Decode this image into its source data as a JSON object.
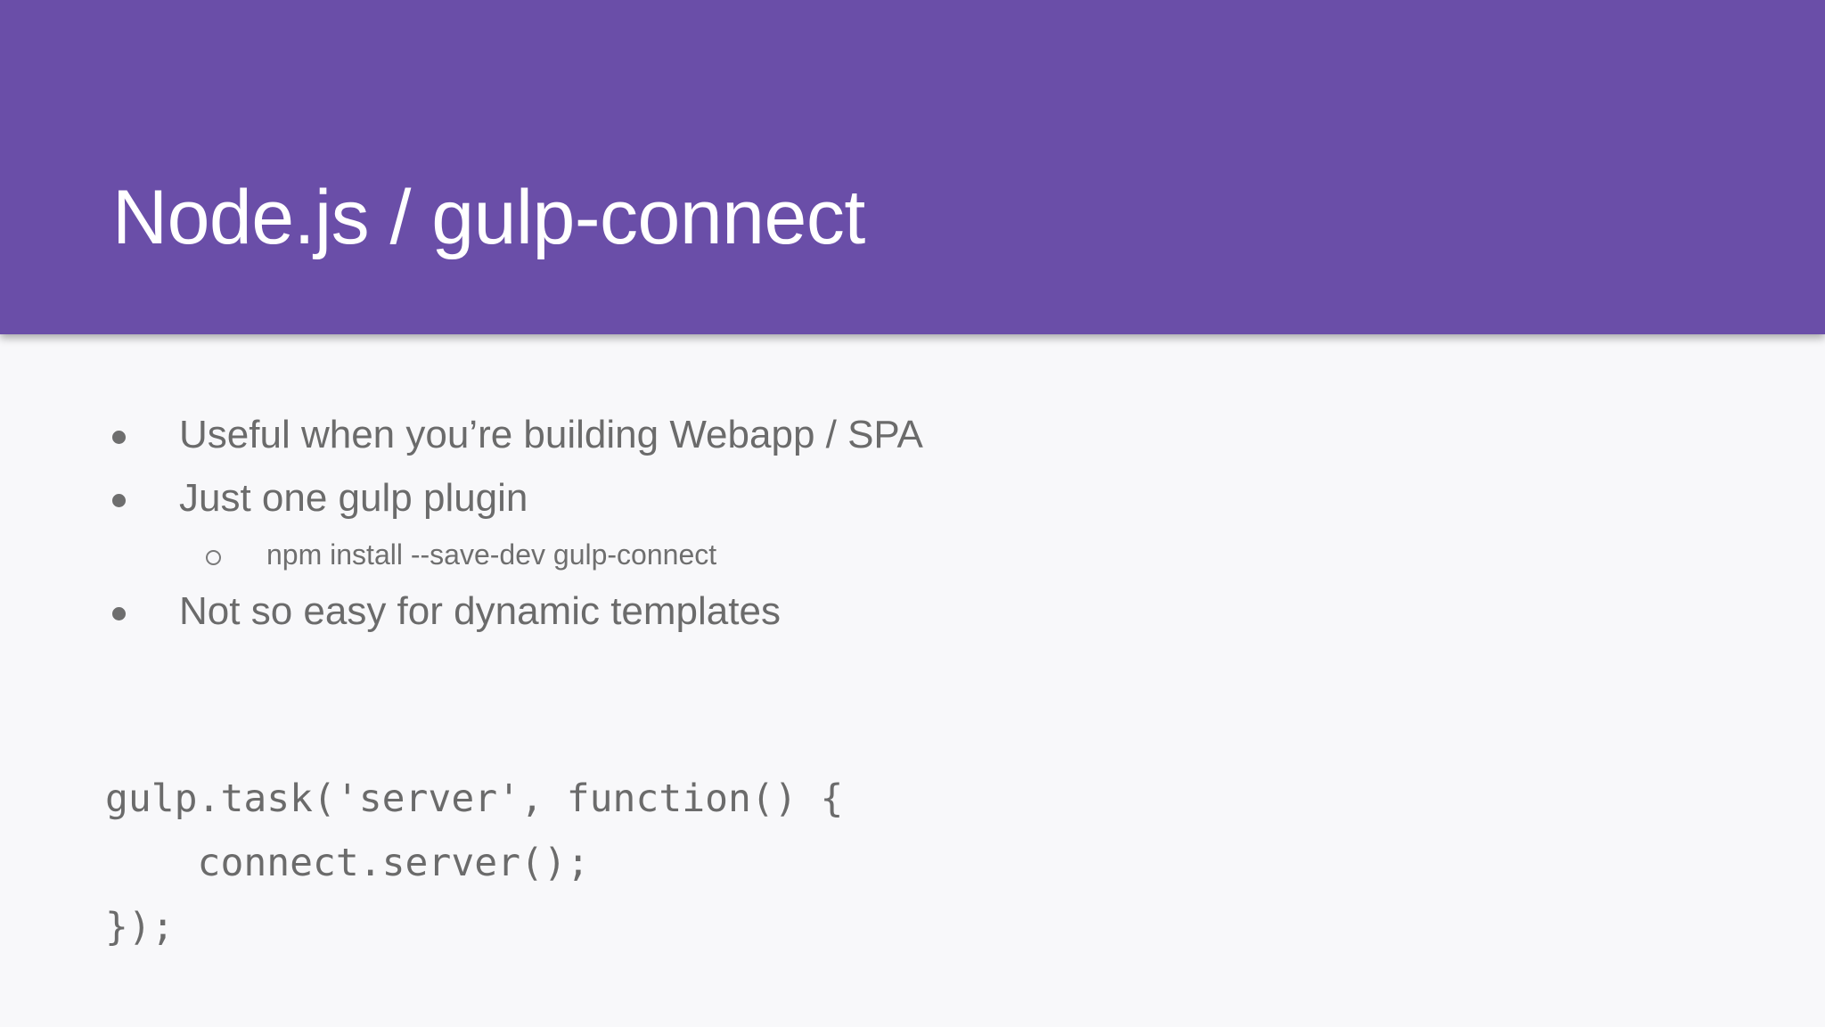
{
  "slide": {
    "title": "Node.js / gulp-connect",
    "accent_color": "#6a4ea8",
    "background_color": "#f8f8fa",
    "text_color": "#6b6b6b",
    "title_color": "#ffffff"
  },
  "bullets": [
    {
      "level": 1,
      "marker": "filled-disc",
      "text": "Useful when you’re building Webapp / SPA"
    },
    {
      "level": 1,
      "marker": "filled-disc",
      "text": "Just one gulp plugin"
    },
    {
      "level": 2,
      "marker": "hollow-circle",
      "text": "npm install --save-dev gulp-connect"
    },
    {
      "level": 1,
      "marker": "filled-disc",
      "text": "Not so easy for dynamic templates"
    }
  ],
  "code": {
    "lines": [
      "gulp.task('server', function() {",
      "    connect.server();",
      "});"
    ]
  }
}
